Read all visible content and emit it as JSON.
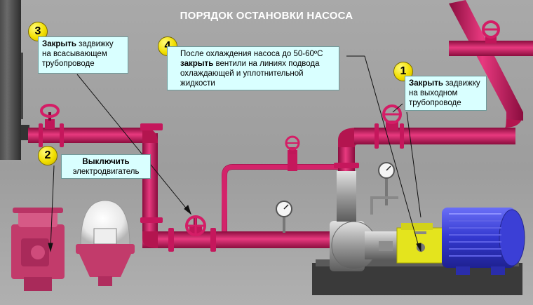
{
  "title": "ПОРЯДОК ОСТАНОВКИ НАСОСА",
  "steps": [
    {
      "number": "1",
      "bold": "Закрыть",
      "text_first": " задвижку",
      "rest": [
        "на выходном",
        "трубопроводе"
      ]
    },
    {
      "number": "2",
      "bold": "Выключить",
      "rest": [
        "электродвигатель"
      ]
    },
    {
      "number": "3",
      "bold": "Закрыть",
      "text_first": " задвижку",
      "rest": [
        "на всасывающем",
        "трубопроводе"
      ]
    },
    {
      "number": "4",
      "lead": "После охлаждения насоса до 50-60ºC",
      "bold": "закрыть",
      "text_first": " вентили на линиях подвода",
      "rest": [
        "охлаждающей и уплотнительной",
        "жидкости"
      ]
    }
  ],
  "colors": {
    "pipe": "#c8175f",
    "valve": "#d41d66",
    "motor": "#3b3fd6",
    "coupling": "#e6e600",
    "callout_bg": "#d9ffff",
    "badge": "#f2df00"
  }
}
